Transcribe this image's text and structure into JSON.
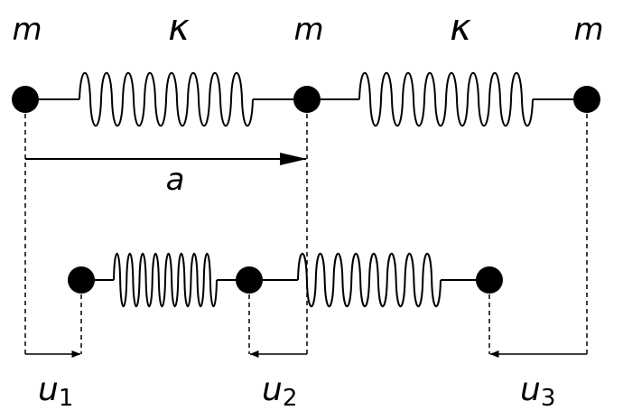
{
  "colors": {
    "ink": "#000000",
    "background": "#ffffff"
  },
  "top_chain": {
    "masses": [
      {
        "label": "m"
      },
      {
        "label": "m"
      },
      {
        "label": "m"
      }
    ],
    "springs": [
      {
        "label": "κ"
      },
      {
        "label": "κ"
      }
    ],
    "lattice_spacing_label": "a"
  },
  "bottom_chain": {
    "displacements": [
      {
        "symbol": "u",
        "index": "1"
      },
      {
        "symbol": "u",
        "index": "2"
      },
      {
        "symbol": "u",
        "index": "3"
      }
    ]
  }
}
